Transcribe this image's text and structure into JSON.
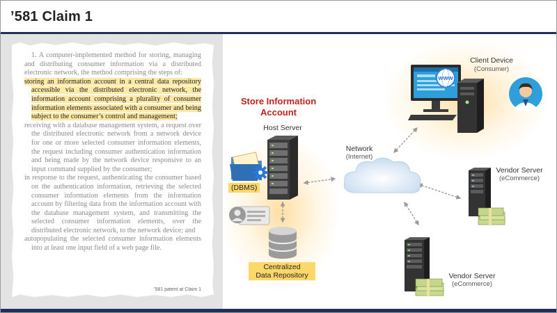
{
  "slide_title": "’581 Claim 1",
  "document": {
    "lead": "1. A computer-implemented method for storing, managing and distributing consumer information via a distributed electronic network, the method comprising the steps of:",
    "step1": "storing an information account in a central data repository accessible via the distributed electronic network, the information account comprising a plurality of consumer information elements associated with a consumer and being subject to the consumer’s control and management;",
    "step2": "receiving with a database management system, a request over the distributed electronic network from a network device for one or more selected consumer information elements, the request including consumer authentication information and being made by the network device responsive to an input command supplied by the consumer;",
    "step3": "in response to the request, authenticating the consumer based on the authentication information, retrieving the selected consumer information elements from the information account by filtering data from the information account with the database management system, and transmitting the selected consumer information elements, over the distributed electronic network, to the network device; and",
    "step4": "autopopulating the selected consumer information elements into at least one input field of a web page file.",
    "caption": "’581 patent at Claim 1"
  },
  "diagram": {
    "store_title": "Store Information Account",
    "host_server": "Host Server",
    "dbms": "(DBMS)",
    "repository_line1": "Centralized",
    "repository_line2": "Data Repository",
    "network": "Network",
    "network_sub": "(Internet)",
    "client": "Client Device",
    "client_sub": "(Consumer)",
    "www": "WWW",
    "vendor1": "Vendor Server",
    "vendor1_sub": "(eCommerce)",
    "vendor2": "Vendor Server",
    "vendor2_sub": "(eCommerce)"
  },
  "colors": {
    "accent_bar": "#1f2f5c",
    "store_title": "#c0221b",
    "highlight": "#fde9a6",
    "pill": "#fcd86a"
  },
  "icons": [
    "server-icon",
    "folder-icon",
    "gear-icon",
    "database-icon",
    "profile-card-icon",
    "cloud-icon",
    "monitor-icon",
    "tower-icon",
    "person-icon",
    "money-icon"
  ]
}
